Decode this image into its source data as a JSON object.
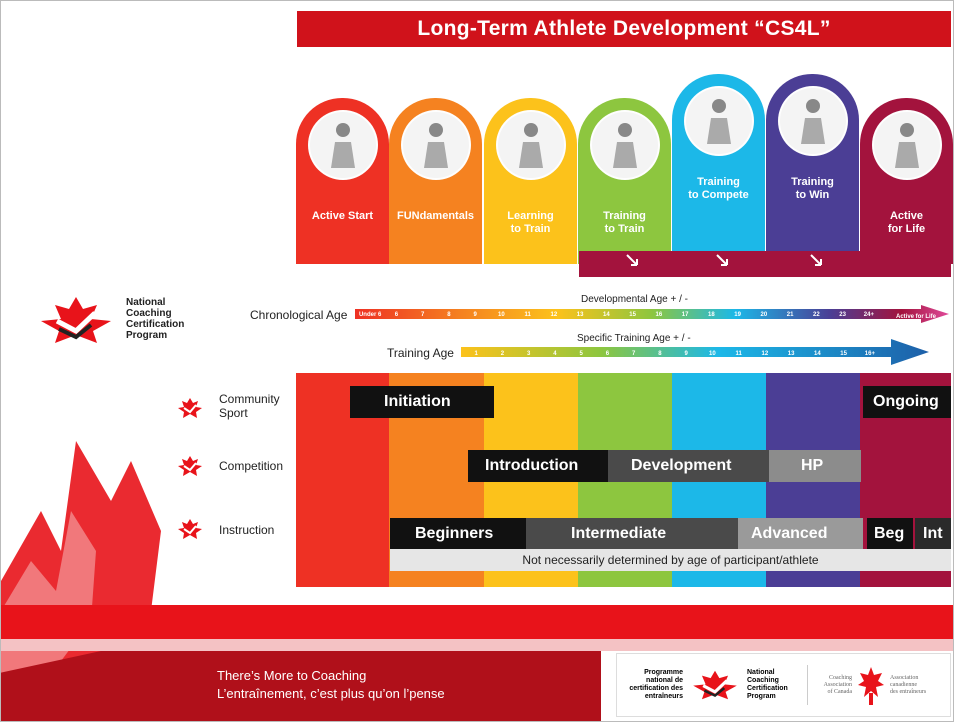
{
  "title": "Long-Term Athlete Development “CS4L”",
  "stages": [
    {
      "label_lines": [
        "Active Start"
      ],
      "color": "#ee3124"
    },
    {
      "label_lines": [
        "FUNdamentals"
      ],
      "color": "#f58220"
    },
    {
      "label_lines": [
        "Learning",
        "to Train"
      ],
      "color": "#fcc21b"
    },
    {
      "label_lines": [
        "Training",
        "to Train"
      ],
      "color": "#8dc63f"
    },
    {
      "label_lines": [
        "Training",
        "to Compete"
      ],
      "color": "#1cb8e8"
    },
    {
      "label_lines": [
        "Training",
        "to Win"
      ],
      "color": "#4b3e95"
    },
    {
      "label_lines": [
        "Active",
        "for Life"
      ],
      "color": "#a3133d"
    }
  ],
  "ncp_logo": {
    "line1": "National",
    "line2": "Coaching",
    "line3": "Certification",
    "line4": "Program"
  },
  "chronological": {
    "caption": "Developmental Age + / -",
    "label": "Chronological Age",
    "ticks": [
      "Under 6",
      "6",
      "7",
      "8",
      "9",
      "10",
      "11",
      "12",
      "13",
      "14",
      "15",
      "16",
      "17",
      "18",
      "19",
      "20",
      "21",
      "22",
      "23",
      "24+"
    ],
    "end_label": "Active for Life"
  },
  "training": {
    "caption": "Specific Training Age + / -",
    "label": "Training Age",
    "ticks": [
      "1",
      "2",
      "3",
      "4",
      "5",
      "6",
      "7",
      "8",
      "9",
      "10",
      "11",
      "12",
      "13",
      "14",
      "15",
      "16+"
    ]
  },
  "rows": {
    "community": {
      "label_line1": "Community",
      "label_line2": "Sport",
      "initiation": "Initiation",
      "ongoing": "Ongoing"
    },
    "competition": {
      "label": "Competition",
      "introduction": "Introduction",
      "development": "Development",
      "hp": "HP"
    },
    "instruction": {
      "label": "Instruction",
      "beginners": "Beginners",
      "intermediate": "Intermediate",
      "advanced": "Advanced",
      "beg": "Beg",
      "int": "Int",
      "note": "Not necessarily determined by age of participant/athlete"
    }
  },
  "footer": {
    "tagline_en": "There’s More to Coaching",
    "tagline_fr": "L’entraînement, c’est plus qu’on l’pense",
    "logo_fr": [
      "Programme",
      "national de",
      "certification des",
      "entraîneurs"
    ],
    "logo_en": [
      "National",
      "Coaching",
      "Certification",
      "Program"
    ],
    "cac_en": [
      "Coaching",
      "Association",
      "of Canada"
    ],
    "cac_fr": [
      "Association",
      "canadienne",
      "des entraîneurs"
    ]
  }
}
